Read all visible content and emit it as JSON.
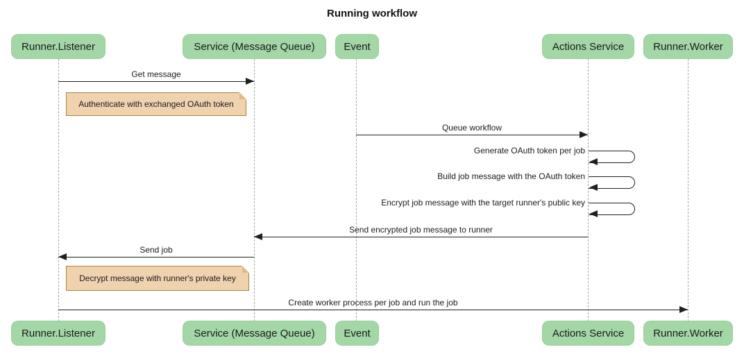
{
  "title": "Running workflow",
  "participants": [
    {
      "label": "Runner.Listener"
    },
    {
      "label": "Service (Message Queue)"
    },
    {
      "label": "Event"
    },
    {
      "label": "Actions Service"
    },
    {
      "label": "Runner.Worker"
    }
  ],
  "messages": [
    {
      "label": "Get message",
      "from": "Runner.Listener",
      "to": "Service (Message Queue)",
      "type": "arrow-right"
    },
    {
      "label": "Queue workflow",
      "from": "Event",
      "to": "Actions Service",
      "type": "arrow-right"
    },
    {
      "label": "Generate OAuth token per job",
      "from": "Actions Service",
      "to": "Actions Service",
      "type": "self-loop"
    },
    {
      "label": "Build job message with the OAuth token",
      "from": "Actions Service",
      "to": "Actions Service",
      "type": "self-loop"
    },
    {
      "label": "Encrypt job message with the target runner's public key",
      "from": "Actions Service",
      "to": "Actions Service",
      "type": "self-loop"
    },
    {
      "label": "Send encrypted job message to runner",
      "from": "Actions Service",
      "to": "Service (Message Queue)",
      "type": "arrow-left"
    },
    {
      "label": "Send job",
      "from": "Service (Message Queue)",
      "to": "Runner.Listener",
      "type": "arrow-left"
    },
    {
      "label": "Create worker process per job and run the job",
      "from": "Runner.Listener",
      "to": "Runner.Worker",
      "type": "arrow-right"
    }
  ],
  "notes": [
    {
      "label": "Authenticate with exchanged OAuth token",
      "over": "Runner.Listener"
    },
    {
      "label": "Decrypt message with runner's private key",
      "over": "Runner.Listener"
    }
  ],
  "colors": {
    "actor_fill": "#a3d7a6",
    "note_fill": "#efd2ae",
    "note_border": "#aa8239",
    "line": "#1f1f1f",
    "lifeline": "#a6a6a6"
  }
}
